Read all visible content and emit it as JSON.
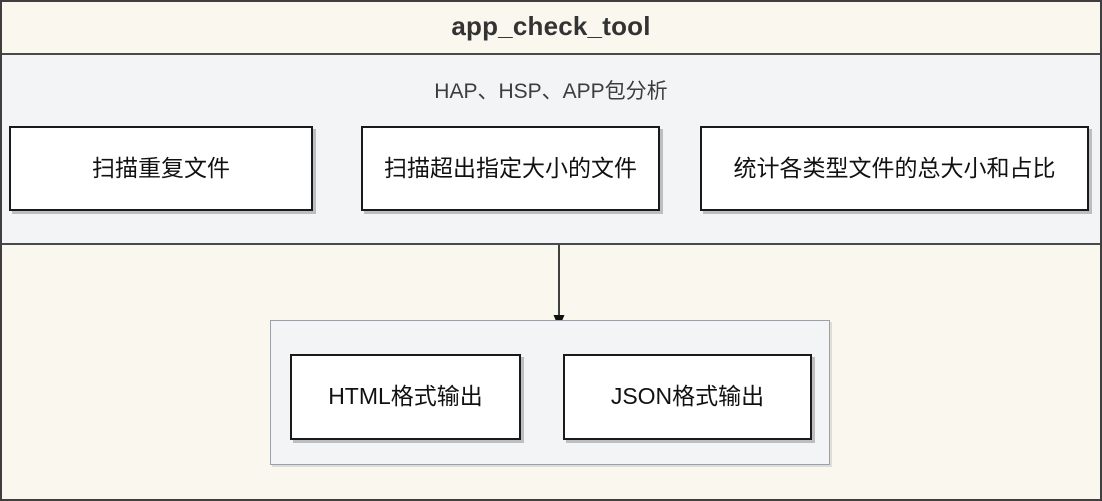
{
  "diagram": {
    "title": "app_check_tool",
    "colors": {
      "title_bar_bg": "#faf7ef",
      "analysis_bg": "#f3f4f6",
      "output_bg": "#faf7ef",
      "container_bg": "#f3f4f6",
      "node_bg": "#ffffff",
      "border": "#1a1a1a",
      "frame_border": "#3f3f3f",
      "container_border": "#9aa0a6",
      "text": "#111111"
    }
  },
  "analysis": {
    "subtitle": "HAP、HSP、APP包分析",
    "features": [
      {
        "label": "扫描重复文件"
      },
      {
        "label": "扫描超出指定大小的文件"
      },
      {
        "label": "统计各类型文件的总大小和占比"
      }
    ]
  },
  "flow": {
    "arrow_icon": "arrow-down-icon",
    "arrow_direction": "down"
  },
  "output": {
    "formats": [
      {
        "label": "HTML格式输出"
      },
      {
        "label": "JSON格式输出"
      }
    ]
  }
}
